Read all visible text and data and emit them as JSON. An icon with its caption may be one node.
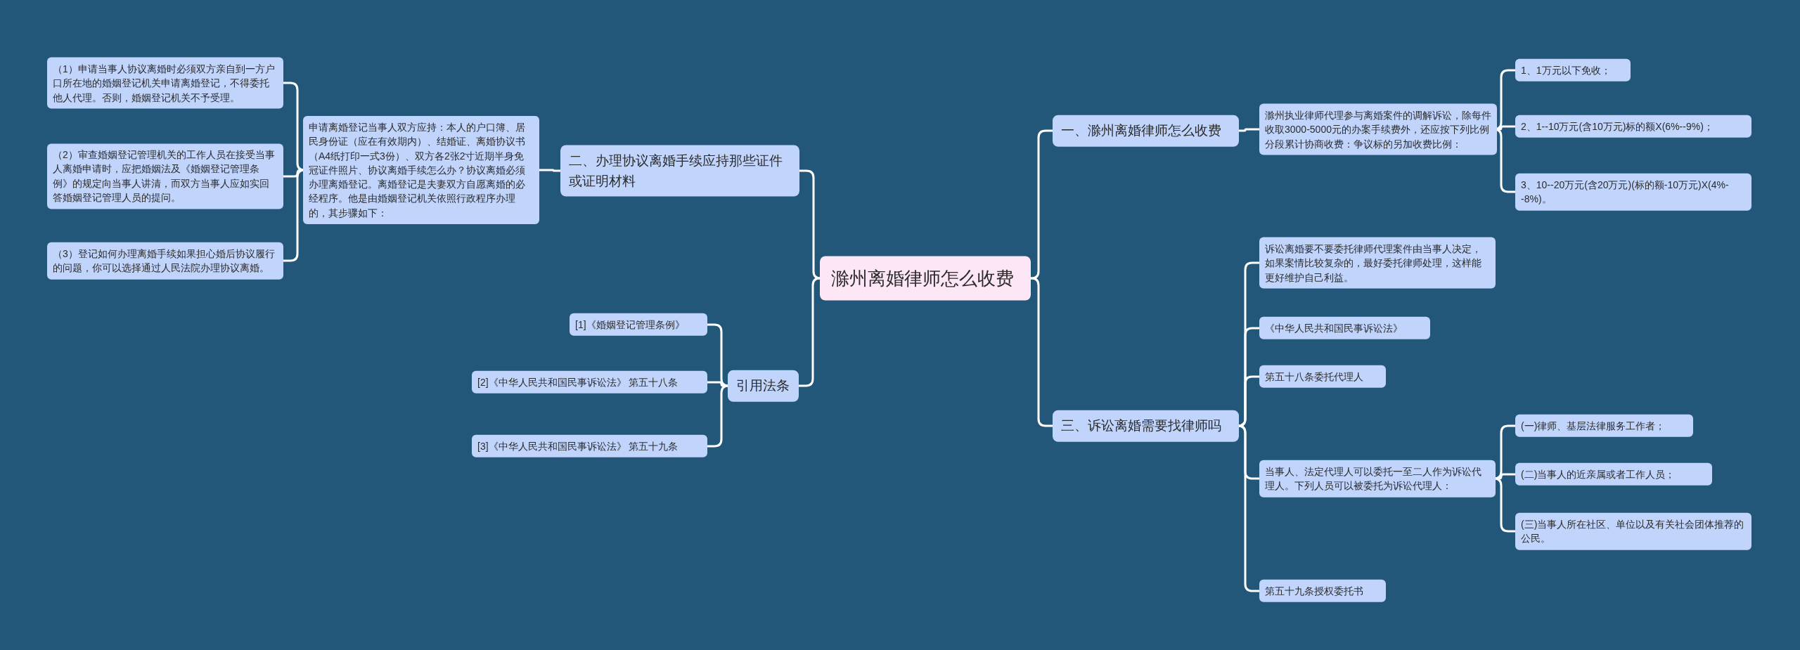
{
  "diagram": {
    "nodes": [
      {
        "text": [
          "滁州离婚律师怎么收费"
        ]
      },
      {
        "text": [
          "一、滁州离婚律师怎么收费"
        ]
      },
      {
        "text": [
          "滁州执业律师代理参与离婚案件的调解诉讼，除每件收取3000-5000元的办案手续费外，还应按下列比例分段累计协商收费：争议标的另加收费比例："
        ]
      },
      {
        "text": [
          "1、1万元以下免收；"
        ]
      },
      {
        "text": [
          "2、1--10万元(含10万元)标的额X(6%--9%)；"
        ]
      },
      {
        "text": [
          "3、10--20万元(含20万元)(标的额-10万元)X(4%--8%)。"
        ]
      },
      {
        "text": [
          "三、诉讼离婚需要找律师吗"
        ]
      },
      {
        "text": [
          "诉讼离婚要不要委托律师代理案件由当事人决定，如果案情比较复杂的，最好委托律师处理，这样能更好维护自己利益。"
        ]
      },
      {
        "text": [
          "《中华人民共和国民事诉讼法》"
        ]
      },
      {
        "text": [
          "第五十八条委托代理人"
        ]
      },
      {
        "text": [
          "当事人、法定代理人可以委托一至二人作为诉讼代理人。下列人员可以被委托为诉讼代理人："
        ]
      },
      {
        "text": [
          "(一)律师、基层法律服务工作者；"
        ]
      },
      {
        "text": [
          "(二)当事人的近亲属或者工作人员；"
        ]
      },
      {
        "text": [
          "(三)当事人所在社区、单位以及有关社会团体推荐的公民。"
        ]
      },
      {
        "text": [
          "第五十九条授权委托书"
        ]
      },
      {
        "text": [
          "二、办理协议离婚手续应持那些证件或证明材料"
        ]
      },
      {
        "text": [
          "申请离婚登记当事人双方应持：本人的户口簿、居民身份证（应在有效期内）、结婚证、离婚协议书（A4纸打印一式3份）、双方各2张2寸近期半身免冠证件照片、协议离婚手续怎么办？协议离婚必须办理离婚登记。离婚登记是夫妻双方自愿离婚的必经程序。他是由婚姻登记机关依照行政程序办理的，其步骤如下："
        ]
      },
      {
        "text": [
          "（1）申请当事人协议离婚时必须双方亲自到一方户口所在地的婚姻登记机关申请离婚登记，不得委托他人代理。否则，婚姻登记机关不予受理。"
        ]
      },
      {
        "text": [
          "（2）审查婚姻登记管理机关的工作人员在接受当事人离婚申请时，应把婚姻法及《婚姻登记管理条例》的规定向当事人讲清，而双方当事人应如实回答婚姻登记管理人员的提问。"
        ]
      },
      {
        "text": [
          "（3）登记如何办理离婚手续如果担心婚后协议履行的问题，你可以选择通过人民法院办理协议离婚。"
        ]
      },
      {
        "text": [
          "引用法条"
        ]
      },
      {
        "text": [
          "[1]《婚姻登记管理条例》"
        ]
      },
      {
        "text": [
          "[2]《中华人民共和国民事诉讼法》 第五十八条"
        ]
      },
      {
        "text": [
          "[3]《中华人民共和国民事诉讼法》 第五十九条"
        ]
      }
    ],
    "edges": [
      {
        "from": 0,
        "to": 1,
        "arrow": "none"
      },
      {
        "from": 1,
        "to": 2,
        "arrow": "none"
      },
      {
        "from": 2,
        "to": 3,
        "arrow": "none"
      },
      {
        "from": 2,
        "to": 4,
        "arrow": "none"
      },
      {
        "from": 2,
        "to": 5,
        "arrow": "none"
      },
      {
        "from": 0,
        "to": 6,
        "arrow": "none"
      },
      {
        "from": 6,
        "to": 7,
        "arrow": "none"
      },
      {
        "from": 6,
        "to": 8,
        "arrow": "none"
      },
      {
        "from": 6,
        "to": 9,
        "arrow": "none"
      },
      {
        "from": 6,
        "to": 10,
        "arrow": "none"
      },
      {
        "from": 10,
        "to": 11,
        "arrow": "none"
      },
      {
        "from": 10,
        "to": 12,
        "arrow": "none"
      },
      {
        "from": 10,
        "to": 13,
        "arrow": "none"
      },
      {
        "from": 6,
        "to": 14,
        "arrow": "none"
      },
      {
        "from": 0,
        "to": 15,
        "arrow": "none"
      },
      {
        "from": 15,
        "to": 16,
        "arrow": "none"
      },
      {
        "from": 16,
        "to": 17,
        "arrow": "none"
      },
      {
        "from": 16,
        "to": 18,
        "arrow": "none"
      },
      {
        "from": 16,
        "to": 19,
        "arrow": "none"
      },
      {
        "from": 0,
        "to": 20,
        "arrow": "none"
      },
      {
        "from": 20,
        "to": 21,
        "arrow": "none"
      },
      {
        "from": 20,
        "to": 22,
        "arrow": "none"
      },
      {
        "from": 20,
        "to": 23,
        "arrow": "none"
      }
    ]
  }
}
